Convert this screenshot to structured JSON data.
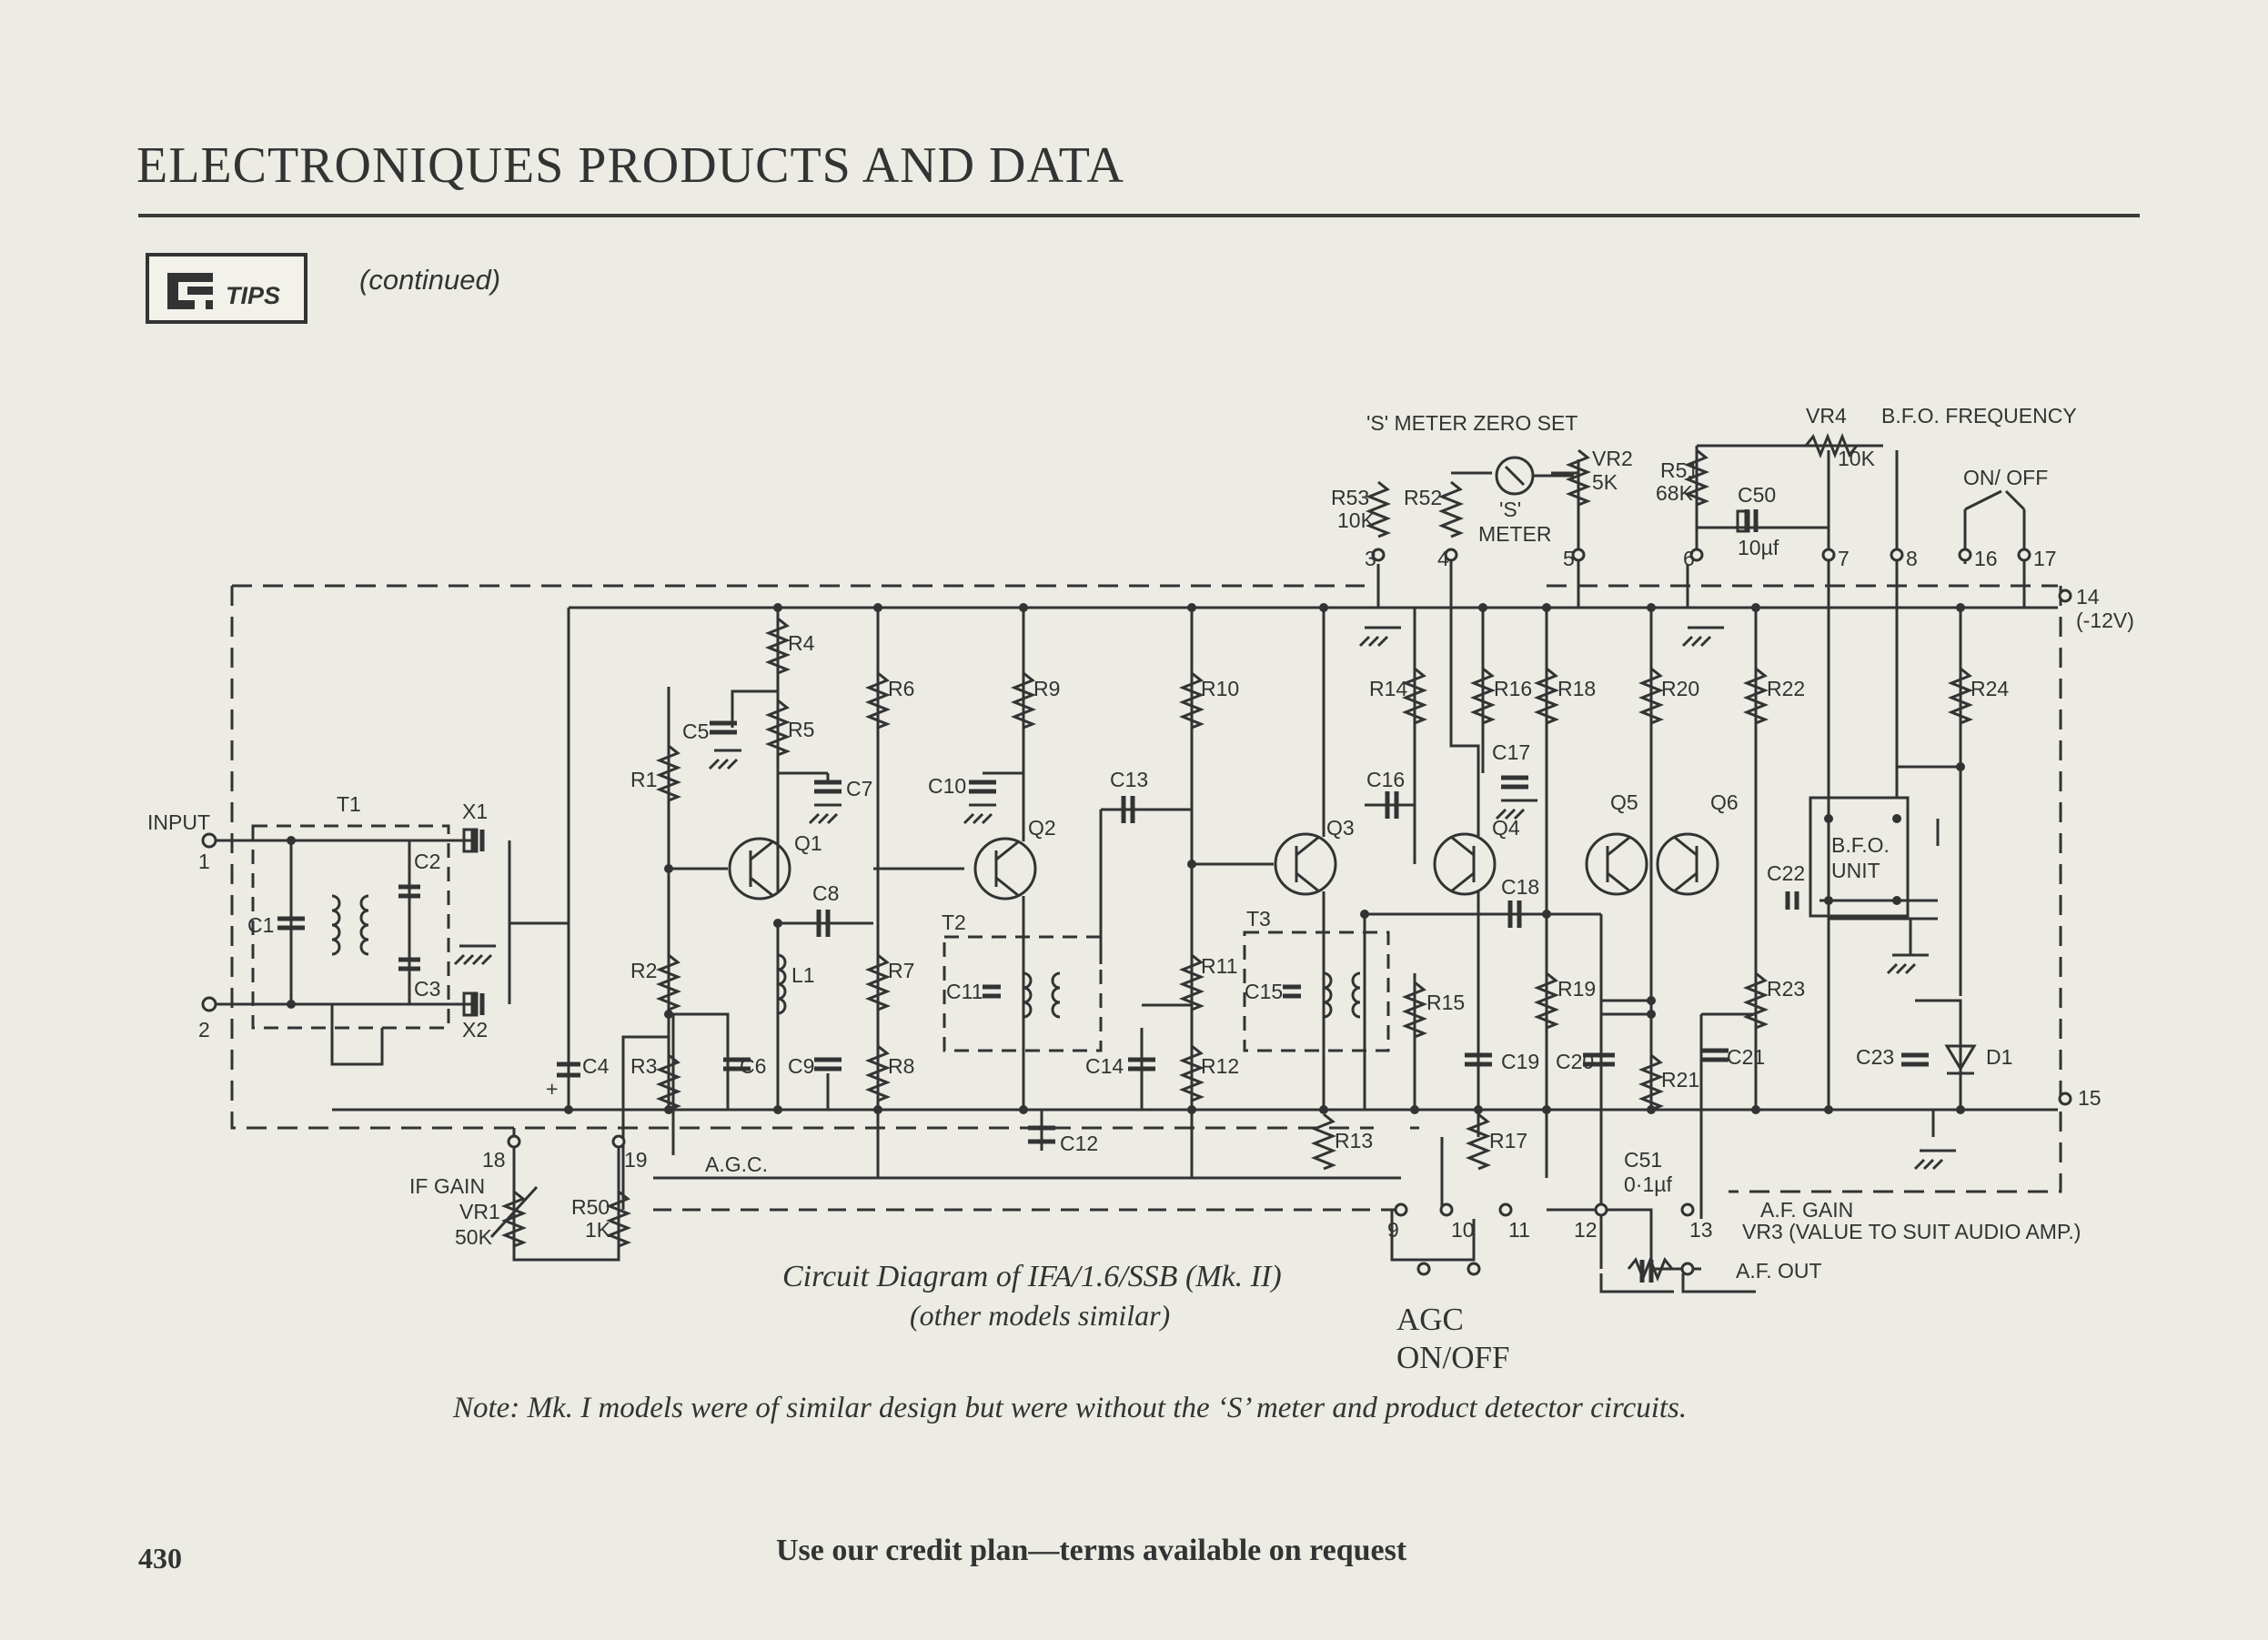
{
  "header": {
    "title": "ELECTRONIQUES PRODUCTS AND DATA"
  },
  "tips": {
    "label": "TIPS",
    "continued": "(continued)"
  },
  "diagram": {
    "labels": {
      "input": "INPUT",
      "in1": "1",
      "in2": "2",
      "t1": "T1",
      "c1": "C1",
      "c2": "C2",
      "c3": "C3",
      "x1": "X1",
      "x2": "X2",
      "c4": "C4",
      "plus": "+",
      "r1": "R1",
      "r2": "R2",
      "r3": "R3",
      "r4": "R4",
      "r5": "R5",
      "c5": "C5",
      "c6": "C6",
      "c7": "C7",
      "c8": "C8",
      "c9": "C9",
      "l1": "L1",
      "q1": "Q1",
      "r6": "R6",
      "r7": "R7",
      "r8": "R8",
      "c10": "C10",
      "q2": "Q2",
      "r9": "R9",
      "t2": "T2",
      "c11": "C11",
      "c12": "C12",
      "c13": "C13",
      "r10": "R10",
      "r11": "R11",
      "r12": "R12",
      "c14": "C14",
      "t3": "T3",
      "c15": "C15",
      "q3": "Q3",
      "r13": "R13",
      "r14": "R14",
      "r15": "R15",
      "c16": "C16",
      "q4": "Q4",
      "r16": "R16",
      "c17": "C17",
      "c18": "C18",
      "c19": "C19",
      "r17": "R17",
      "r18": "R18",
      "r19": "R19",
      "c20": "C20",
      "q5": "Q5",
      "q6": "Q6",
      "r20": "R20",
      "r21": "R21",
      "c21": "C21",
      "r22": "R22",
      "c22": "C22",
      "r23": "R23",
      "bfo_unit_1": "B.F.O.",
      "bfo_unit_2": "UNIT",
      "r24": "R24",
      "c23": "C23",
      "d1": "D1",
      "s_meter_zero_set": "'S' METER ZERO SET",
      "r53": "R53",
      "r53v": "10K",
      "r52": "R52",
      "s_meter_1": "'S'",
      "s_meter_2": "METER",
      "vr2": "VR2",
      "vr2v": "5K",
      "r51": "R51",
      "r51v": "68K",
      "c50": "C50",
      "c50v": "10µf",
      "vr4": "VR4",
      "vr4v": "10K",
      "bfo_frequency": "B.F.O. FREQUENCY",
      "on_off": "ON/ OFF",
      "t3n": "3",
      "t4n": "4",
      "t5n": "5",
      "t6n": "6",
      "t7n": "7",
      "t8n": "8",
      "t16n": "16",
      "t17n": "17",
      "t14n": "14",
      "minus12v": "(-12V)",
      "t15n": "15",
      "t18n": "18",
      "t19n": "19",
      "if_gain": "IF GAIN",
      "vr1": "VR1",
      "vr1v": "50K",
      "r50": "R50",
      "r50v": "1K",
      "agc": "A.G.C.",
      "t9n": "9",
      "t10n": "10",
      "t11n": "11",
      "t12n": "12",
      "t13n": "13",
      "c51": "C51",
      "c51v": "0·1µf",
      "af_gain": "A.F. GAIN",
      "vr3": "VR3 (VALUE TO SUIT AUDIO AMP.)",
      "af_out": "A.F. OUT"
    }
  },
  "caption": {
    "main": "Circuit Diagram of IFA/1.6/SSB (Mk. II)",
    "sub": "(other models similar)"
  },
  "agc_switch_label": {
    "line1": "AGC",
    "line2": "ON/OFF"
  },
  "note": "Note: Mk. I models were of similar design but were without the ‘S’ meter and product detector circuits.",
  "footer": {
    "page_number": "430",
    "text": "Use our credit plan—terms available on request"
  }
}
